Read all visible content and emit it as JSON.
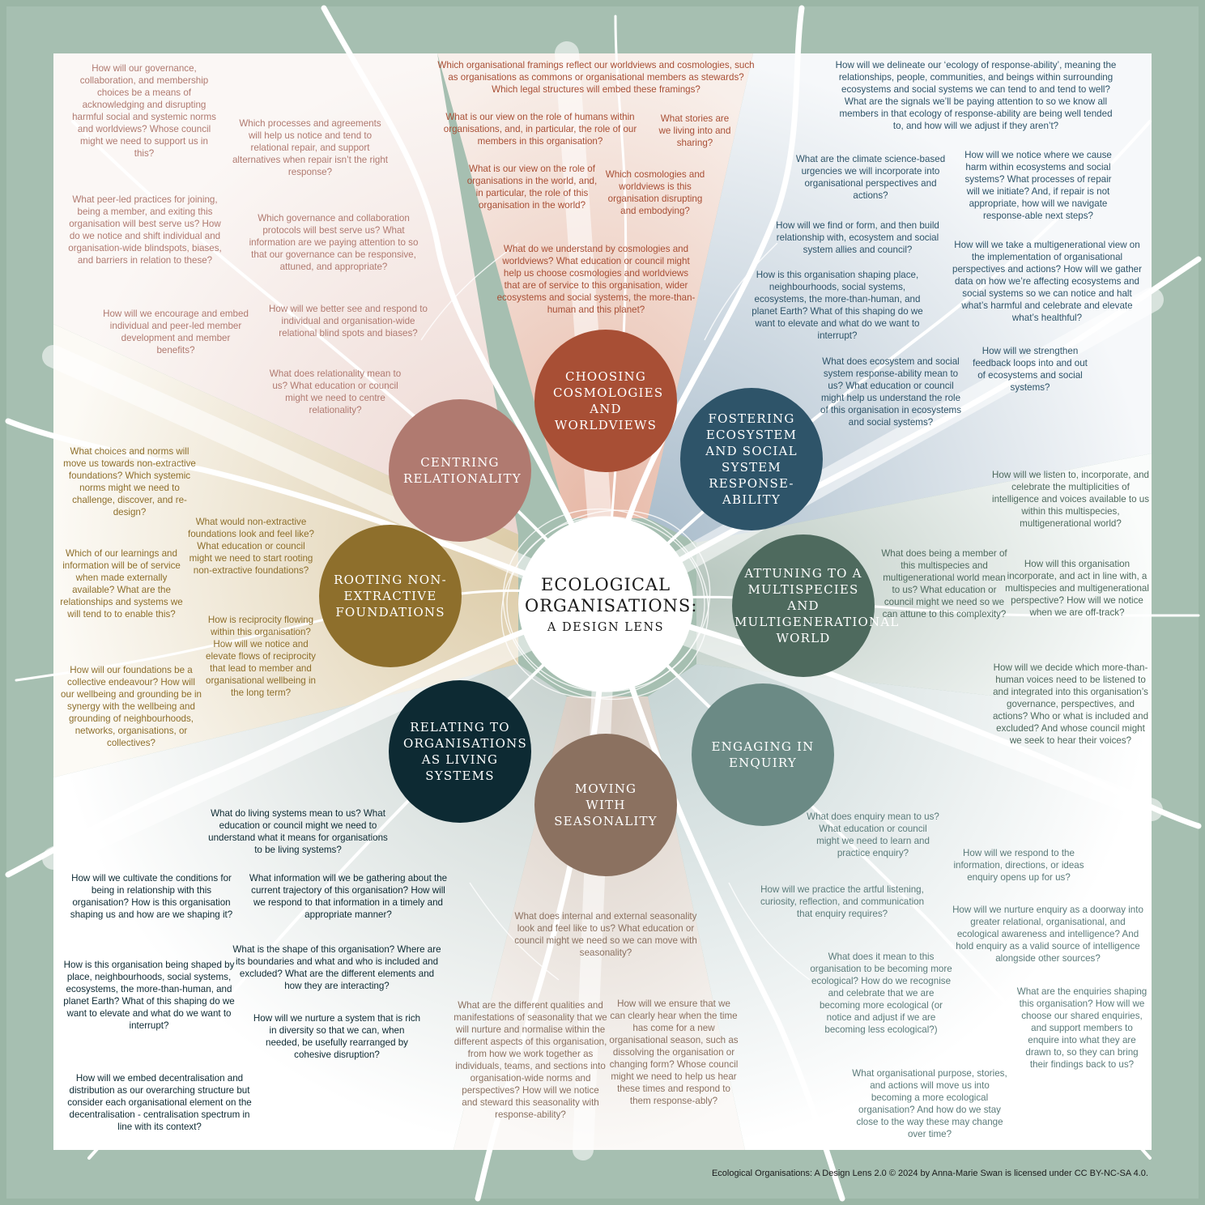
{
  "center": {
    "title": "ECOLOGICAL ORGANISATIONS:",
    "subtitle": "A DESIGN LENS"
  },
  "credit": "Ecological Organisations: A Design Lens 2.0 © 2024 by Anna-Marie Swan is licensed under CC BY-NC-SA 4.0.",
  "colors": {
    "background": "#9bb6a6",
    "cosmologies": "#a84f35",
    "relationality": "#b07a70",
    "ecosystem": "#2e5469",
    "foundations": "#8e6f2c",
    "multispecies": "#4e6a5e",
    "living_systems": "#0d2a33",
    "seasonality": "#8b7160",
    "enquiry": "#6b8a85"
  },
  "circles": {
    "cosmologies": "CHOOSING COSMOLOGIES AND WORLDVIEWS",
    "relationality": "CENTRING RELATIONALITY",
    "ecosystem": "FOSTERING ECOSYSTEM AND SOCIAL SYSTEM RESPONSE-ABILITY",
    "foundations": "ROOTING NON-EXTRACTIVE FOUNDATIONS",
    "multispecies": "ATTUNING TO A MULTISPECIES AND MULTIGENERATIONAL WORLD",
    "living_systems": "RELATING TO ORGANISATIONS AS LIVING SYSTEMS",
    "seasonality": "MOVING WITH SEASONALITY",
    "enquiry": "ENGAGING IN ENQUIRY"
  },
  "questions": {
    "cosmologies": [
      "Which organisational framings reflect our worldviews and cosmologies, such as organisations as commons or organisational members as stewards? Which legal structures will embed these framings?",
      "What is our view on the role of humans within organisations, and, in particular, the role of our members in this organisation?",
      "What stories are we living into and sharing?",
      "What is our view on the role of organisations in the world, and, in particular, the role of this organisation in the world?",
      "Which cosmologies and worldviews is this organisation disrupting and embodying?",
      "What do we understand by cosmologies and worldviews? What education or council might help us choose cosmologies and worldviews that are of service to this organisation, wider ecosystems and social systems, the more-than-human and this planet?"
    ],
    "relationality": [
      "How will our governance, collaboration, and membership choices be a means of acknowledging and disrupting harmful social and systemic norms and worldviews? Whose council might we need to support us in this?",
      "Which processes and agreements will help us notice and tend to relational repair, and support alternatives when repair isn’t the right response?",
      "What peer-led practices for joining, being a member, and exiting this organisation will best serve us? How do we notice and shift individual and organisation-wide blindspots, biases, and barriers in relation to these?",
      "Which governance and collaboration protocols will best serve us? What information are we paying attention to so that our governance can be responsive, attuned, and appropriate?",
      "How will we encourage and embed individual and peer-led member development and member benefits?",
      "How will we better see and respond to individual and organisation-wide relational blind spots and biases?",
      "What does relationality mean to us? What education or council might we need to centre relationality?"
    ],
    "ecosystem": [
      "How will we delineate our ‘ecology of response-ability’, meaning the relationships, people, communities, and beings within surrounding ecosystems and social systems we can tend to and tend to well? What are the signals we’ll be paying attention to so we know all members in that ecology of response-ability are being well tended to, and how will we adjust if they aren’t?",
      "What are the climate science-based urgencies we will incorporate into organisational perspectives and actions?",
      "How will we notice where we cause harm within ecosystems and social systems? What processes of repair will we initiate? And, if repair is not appropriate, how will we navigate response-able next steps?",
      "How will we find or form, and then build relationship with, ecosystem and social system allies and council?",
      "How will we take a multigenerational view on the implementation of organisational perspectives and actions? How will we gather data on how we’re affecting ecosystems and social systems so we can notice and halt what’s harmful and celebrate and elevate what’s healthful?",
      "How is this organisation shaping place, neighbourhoods, social systems, ecosystems, the more-than-human, and planet Earth? What of this shaping do we want to elevate and what do we want to interrupt?",
      "How will we strengthen feedback loops into and out of ecosystems and social systems?",
      "What does ecosystem and social system response-ability mean to us? What education or council might help us understand the role of this organisation in ecosystems and social systems?"
    ],
    "foundations": [
      "What choices and norms will move us towards non-extractive foundations? Which systemic norms might we need to challenge, discover, and re-design?",
      "What would non-extractive foundations look and feel like? What education or council might we need to start rooting non-extractive foundations?",
      "Which of our learnings and information will be of service when made externally available? What are the relationships and systems we will tend to to enable this?",
      "How is reciprocity flowing within this organisation? How will we notice and elevate flows of reciprocity that lead to member and organisational wellbeing in the long term?",
      "How will our foundations be a collective endeavour? How will our wellbeing and grounding be in synergy with the wellbeing and grounding of neighbourhoods, networks, organisations, or collectives?"
    ],
    "multispecies": [
      "How will we listen to, incorporate, and celebrate the multiplicities of intelligence and voices available to us within this multispecies, multigenerational world?",
      "What does being a member of this multispecies and multigenerational world mean to us? What education or council might we need so we can attune to this complexity?",
      "How will this organisation incorporate, and act in line with, a multispecies and multigenerational perspective? How will we notice when we are off-track?",
      "How will we decide which more-than-human voices need to be listened to and integrated into this organisation’s governance, perspectives, and actions? Who or what is included and excluded? And whose council might we seek to hear their voices?"
    ],
    "living_systems": [
      "What do living systems mean to us? What education or council might we need to understand what it means for organisations to be living systems?",
      "How will we cultivate the conditions for being in relationship with this organisation? How is this organisation shaping us and how are we shaping it?",
      "What information will we be gathering about the current trajectory of this organisation? How will we respond to that information in a timely and appropriate manner?",
      "What is the shape of this organisation? Where are its boundaries and what and who is included and excluded? What are the different elements and how they are interacting?",
      "How is this organisation being shaped by place, neighbourhoods, social systems, ecosystems, the more-than-human, and planet Earth? What of this shaping do we want to elevate and what do we want to interrupt?",
      "How will we nurture a system that is rich in diversity so that we can, when needed, be usefully rearranged by cohesive disruption?",
      "How will we embed decentralisation and distribution as our overarching structure but consider each organisational element on the decentralisation - centralisation spectrum in line with its context?"
    ],
    "seasonality": [
      "What does internal and external seasonality look and feel like to us? What education or council might we need so we can move with seasonality?",
      "What are the different qualities and manifestations of seasonality that we will nurture and normalise within the different aspects of this organisation, from how we work together as individuals, teams, and sections into organisation-wide norms and perspectives? How will we notice and steward this seasonality with response-ability?",
      "How will we ensure that we can clearly hear when the time has come for a new organisational season, such as dissolving the organisation or changing form? Whose council might we need to help us hear these times and respond to them response-ably?"
    ],
    "enquiry": [
      "What does enquiry mean to us? What education or council might we need to learn and practice enquiry?",
      "How will we respond to the information, directions, or ideas enquiry opens up for us?",
      "How will we practice the artful listening, curiosity, reflection, and communication that enquiry requires?",
      "How will we nurture enquiry as a doorway into greater relational, organisational, and ecological awareness and intelligence? And hold enquiry as a valid source of intelligence alongside other sources?",
      "What does it mean to this organisation to be becoming more ecological? How do we recognise and celebrate that we are becoming more ecological (or notice and adjust if we are becoming less ecological?)",
      "What are the enquiries shaping this organisation? How will we choose our shared enquiries, and support members to enquire into what they are drawn to, so they can bring their findings back to us?",
      "What organisational purpose, stories, and actions will move us into becoming a more ecological organisation? And how do we stay close to the way these may change over time?"
    ]
  }
}
